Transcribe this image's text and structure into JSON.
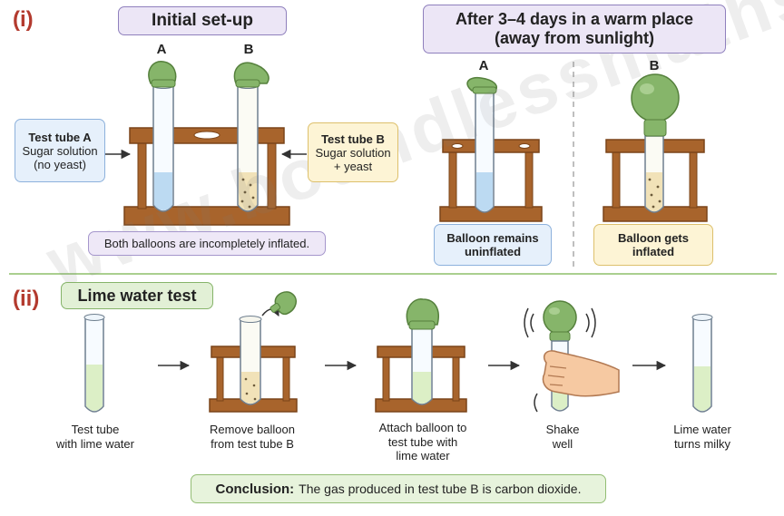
{
  "part1": {
    "label": "(i)",
    "initial_title": "Initial set-up",
    "tube_a": "A",
    "tube_b": "B",
    "box_a": {
      "title": "Test tube A",
      "line1": "Sugar solution",
      "line2": "(no yeast)"
    },
    "box_b": {
      "title": "Test tube B",
      "line1": "Sugar solution",
      "line2": "+ yeast"
    },
    "note": "Both balloons are incompletely inflated.",
    "after_title_1": "After 3–4 days in a warm place",
    "after_title_2": "(away from sunlight)",
    "after_a": "A",
    "after_b": "B",
    "result_a": {
      "line1": "Balloon remains",
      "line2": "uninflated"
    },
    "result_b": {
      "line1": "Balloon gets",
      "line2": "inflated"
    }
  },
  "part2": {
    "label": "(ii)",
    "title": "Lime water test",
    "steps": [
      {
        "line1": "Test tube",
        "line2": "with lime water",
        "line3": ""
      },
      {
        "line1": "Remove balloon",
        "line2": "from test tube B",
        "line3": ""
      },
      {
        "line1": "Attach balloon to",
        "line2": "test tube with",
        "line3": "lime water"
      },
      {
        "line1": "Shake",
        "line2": "well",
        "line3": ""
      },
      {
        "line1": "Lime water",
        "line2": "turns milky",
        "line3": ""
      }
    ],
    "conclusion_label": "Conclusion:",
    "conclusion_text": "The gas produced in test tube B is carbon dioxide."
  },
  "watermark": "www.boundlessmaths.com",
  "colors": {
    "wood": "#a8642c",
    "wood_dark": "#7a4419",
    "balloon": "#86b56a",
    "balloon_dark": "#55803c",
    "liquid_clear": "#bcdaf2",
    "liquid_yeast": "#f1e2b8",
    "liquid_lime": "#dcefc6",
    "section_label": "#b33a2e",
    "divider": "#8dbf6a"
  }
}
